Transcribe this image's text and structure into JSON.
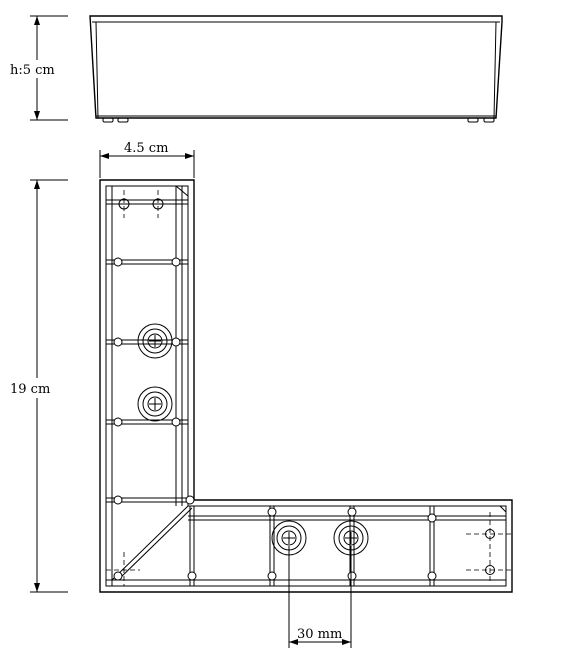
{
  "dimensions": {
    "height_label": "h:5 cm",
    "width_label": "4.5 cm",
    "length_label": "19 cm",
    "spacing_label": "30 mm"
  }
}
